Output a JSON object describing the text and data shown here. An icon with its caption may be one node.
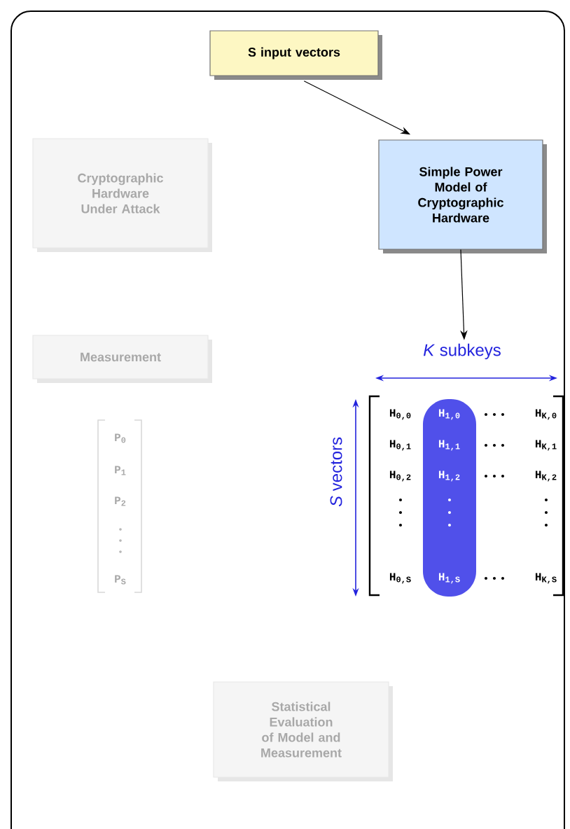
{
  "diagram": {
    "nodes": [
      {
        "text": [
          "S  input vectors"
        ]
      },
      {
        "text": [
          "Simple Power Model of Cryptographic Hardware"
        ]
      },
      {
        "text": [
          "Cryptographic Hardware Under Attack"
        ]
      },
      {
        "text": [
          "Measurement"
        ]
      },
      {
        "text": [
          "H$_{0,0}$",
          "H$_{1,0}$",
          "H$_{K,0}$",
          "H$_{0,1}$",
          "H$_{1,1}$",
          "H$_{K,1}$",
          "H$_{0,2}$",
          "H$_{1,2}$",
          "H$_{K,2}$",
          "H$_{0,S}$",
          "H$_{1,S}$",
          "H$_{K,S}$"
        ]
      },
      {
        "text": [
          "Statistical Evaluation of Model and Measurement"
        ]
      }
    ],
    "edges": [
      {
        "from": 0,
        "to": 1,
        "arrow": "to"
      },
      {
        "from": 1,
        "to": 4,
        "arrow": "to"
      }
    ],
    "labels": [
      "*K*  subkeys",
      "*S*  vectors",
      "P$_{0}$",
      "P$_{1}$",
      "P$_{2}$",
      "P$_{S}$"
    ]
  }
}
